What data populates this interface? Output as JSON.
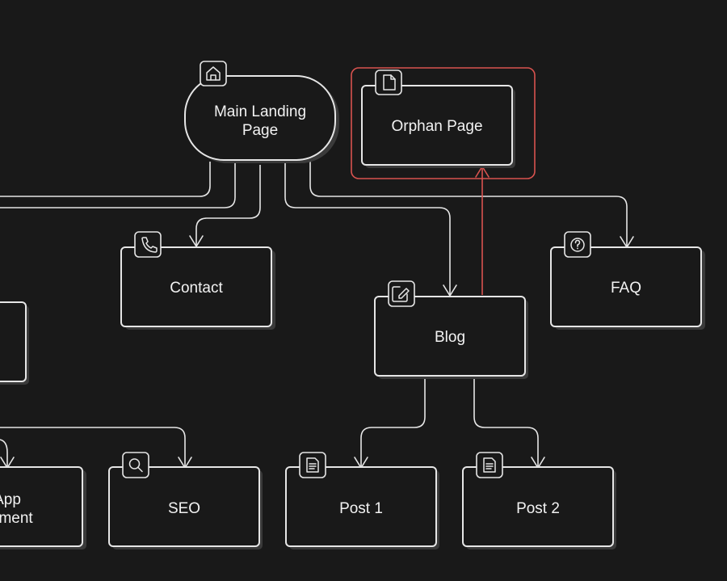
{
  "diagram": {
    "colors": {
      "background": "#191919",
      "stroke": "#e6e6e6",
      "text": "#f2f2f2",
      "highlight": "#d9534f"
    },
    "nodes": {
      "main_landing": {
        "line1": "Main Landing",
        "line2": "Page",
        "icon": "home-icon"
      },
      "orphan": {
        "label": "Orphan Page",
        "icon": "document-icon"
      },
      "contact": {
        "label": "Contact",
        "icon": "phone-icon"
      },
      "blog": {
        "label": "Blog",
        "icon": "edit-icon"
      },
      "faq": {
        "label": "FAQ",
        "icon": "help-circle-icon"
      },
      "app_dev": {
        "line1": "App",
        "line2": "opment"
      },
      "seo": {
        "label": "SEO",
        "icon": "search-icon"
      },
      "post1": {
        "label": "Post 1",
        "icon": "file-text-icon"
      },
      "post2": {
        "label": "Post 2",
        "icon": "file-text-icon"
      }
    }
  }
}
